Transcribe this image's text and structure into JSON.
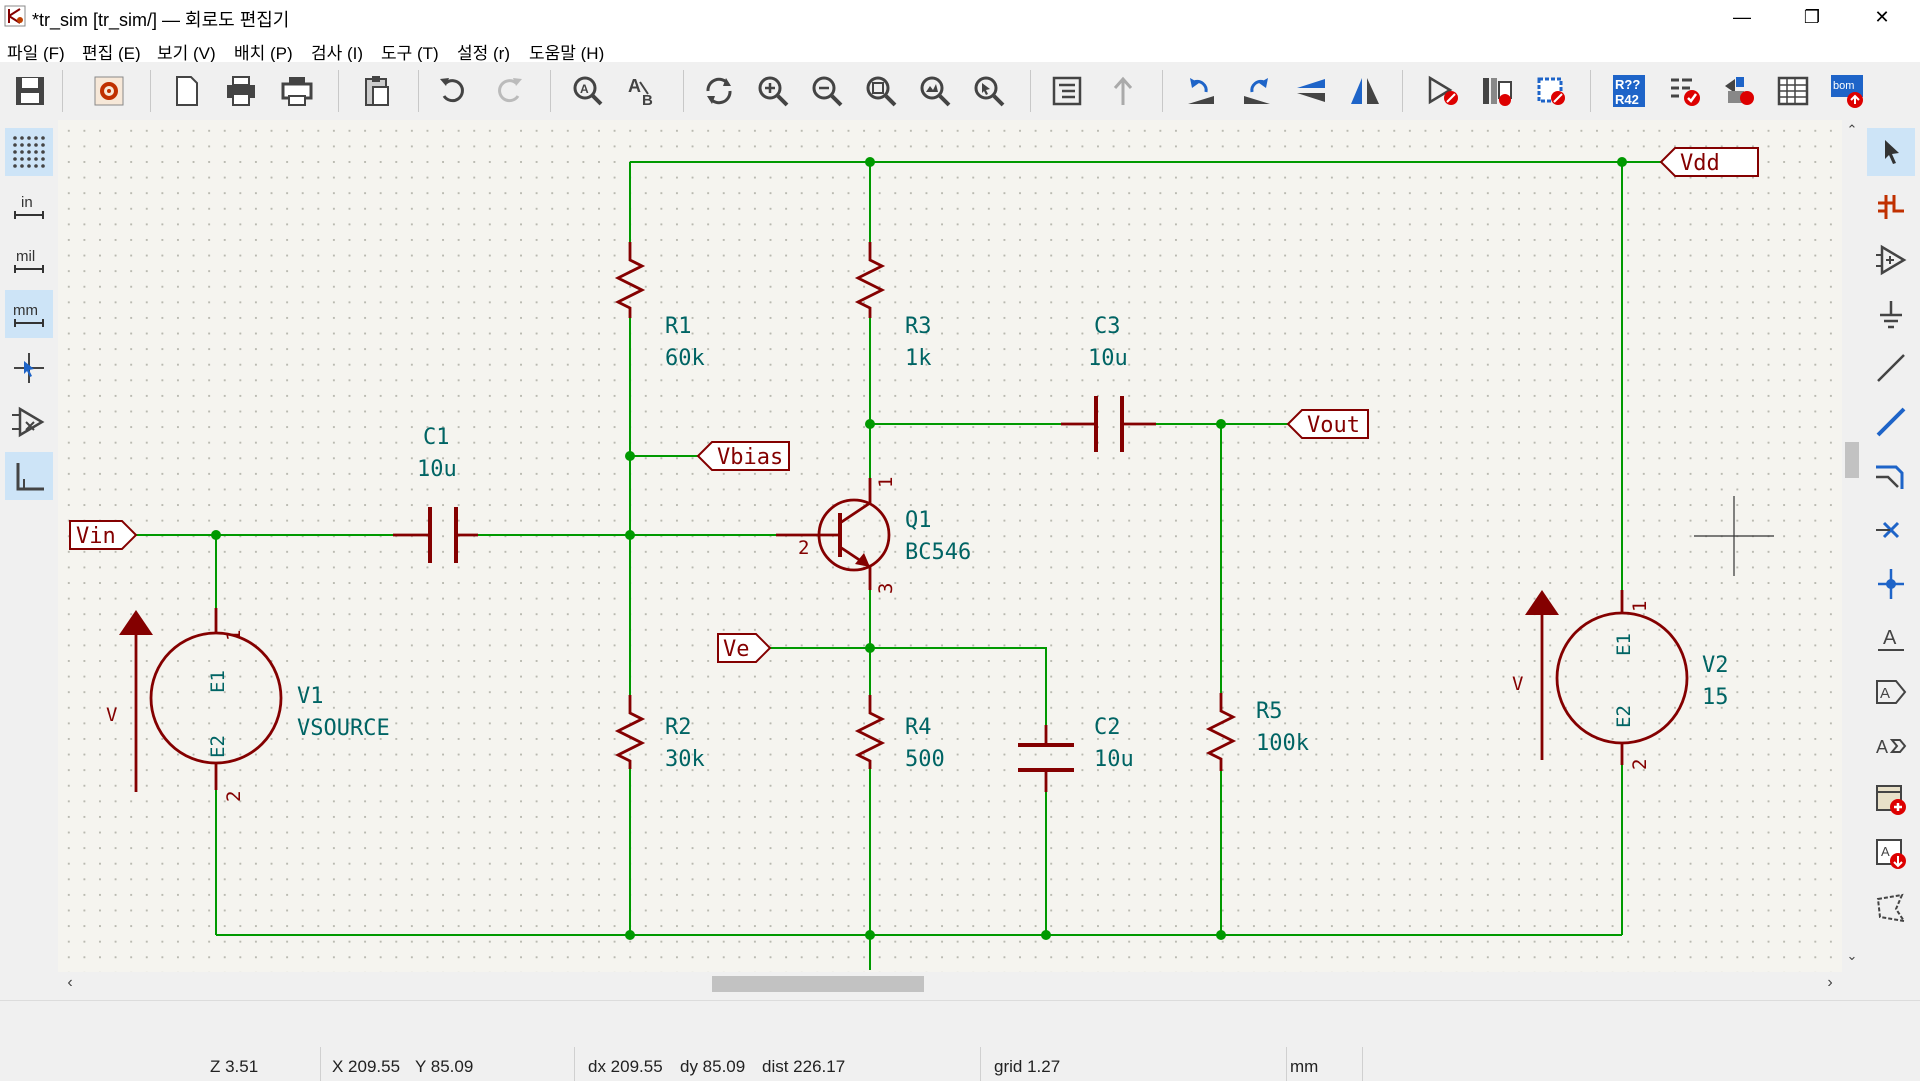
{
  "window": {
    "title": "*tr_sim [tr_sim/] — 회로도 편집기",
    "minimize": "—",
    "maximize": "❐",
    "close": "✕"
  },
  "menu": [
    "파일 (F)",
    "편집 (E)",
    "보기 (V)",
    "배치 (P)",
    "검사 (I)",
    "도구 (T)",
    "설정 (r)",
    "도움말 (H)"
  ],
  "toolbar": {
    "icons": [
      "save-icon",
      "schematic-setup-icon",
      "page-settings-icon",
      "print-icon",
      "plot-icon",
      "paste-icon",
      "undo-icon",
      "redo-icon",
      "find-icon",
      "find-replace-icon",
      "refresh-icon",
      "zoom-in-icon",
      "zoom-out-icon",
      "zoom-fit-icon",
      "zoom-objects-icon",
      "zoom-selection-icon",
      "hierarchy-navigator-icon",
      "leave-sheet-icon",
      "rotate-ccw-icon",
      "rotate-cw-icon",
      "mirror-vertical-icon",
      "mirror-horizontal-icon",
      "symbol-editor-icon",
      "symbol-browser-icon",
      "footprint-editor-icon",
      "annotate-icon",
      "erc-icon",
      "assign-footprints-icon",
      "bom-table-icon",
      "generate-bom-icon"
    ],
    "annotate_label": "R??\nR42",
    "bom_label": "bom"
  },
  "left_toolbar": {
    "grid_icon": "grid-icon",
    "inches": "in",
    "mils": "mil",
    "millimeters": "mm",
    "cursor_icon": "full-cursor-icon",
    "hidden_pins_icon": "hidden-pins-icon",
    "angle_icon": "45-degree-icon"
  },
  "right_toolbar": {
    "icons": [
      "select-arrow-icon",
      "highlight-net-icon",
      "add-symbol-icon",
      "add-power-icon",
      "add-wire-icon",
      "add-bus-icon",
      "add-bus-entry-icon",
      "no-connect-icon",
      "junction-icon",
      "net-label-icon",
      "global-label-icon",
      "hierarchical-label-icon",
      "add-sheet-icon",
      "import-sheet-pin-icon",
      "add-graphic-line-icon"
    ],
    "text_icon_label": "A"
  },
  "schematic": {
    "labels": {
      "vdd": "Vdd",
      "vout": "Vout",
      "vbias": "Vbias",
      "vin": "Vin",
      "ve": "Ve"
    },
    "components": {
      "r1": {
        "ref": "R1",
        "value": "60k"
      },
      "r2": {
        "ref": "R2",
        "value": "30k"
      },
      "r3": {
        "ref": "R3",
        "value": "1k"
      },
      "r4": {
        "ref": "R4",
        "value": "500"
      },
      "r5": {
        "ref": "R5",
        "value": "100k"
      },
      "c1": {
        "ref": "C1",
        "value": "10u"
      },
      "c2": {
        "ref": "C2",
        "value": "10u"
      },
      "c3": {
        "ref": "C3",
        "value": "10u"
      },
      "q1": {
        "ref": "Q1",
        "value": "BC546"
      },
      "v1": {
        "ref": "V1",
        "value": "VSOURCE"
      },
      "v2": {
        "ref": "V2",
        "value": "15"
      }
    },
    "pins": {
      "q1_c": "1",
      "q1_b": "2",
      "q1_e": "3",
      "v1_p1": "1",
      "v1_p2": "2",
      "v1_e1": "E1",
      "v1_e2": "E2",
      "v1_arrow": "V",
      "v2_p1": "1",
      "v2_p2": "2",
      "v2_e1": "E1",
      "v2_e2": "E2",
      "v2_arrow": "V"
    },
    "colors": {
      "wire": "#009900",
      "symbol": "#840000",
      "text": "#006464",
      "junction": "#009900",
      "background": "#f5f4ef"
    }
  },
  "scroll": {
    "up": "⌃",
    "down": "⌄",
    "left": "‹",
    "right": "›"
  },
  "status": {
    "zoom": "Z 3.51",
    "x": "X 209.55",
    "y": "Y 85.09",
    "dx": "dx 209.55",
    "dy": "dy 85.09",
    "dist": "dist 226.17",
    "grid": "grid 1.27",
    "units": "mm"
  }
}
